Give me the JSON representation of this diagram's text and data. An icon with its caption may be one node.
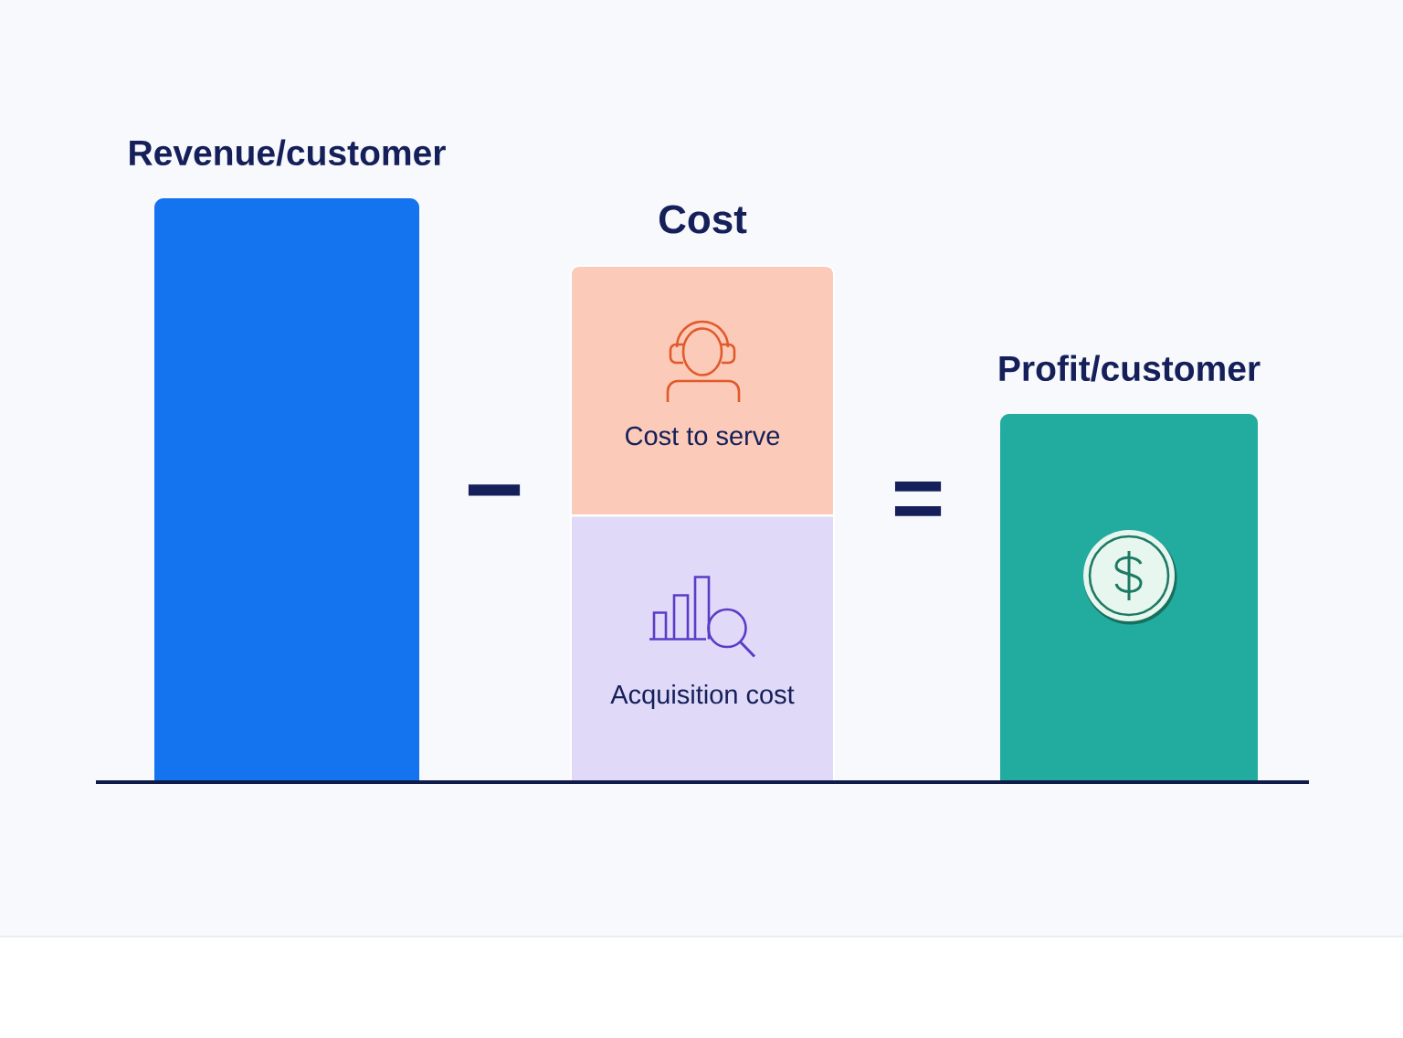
{
  "diagram": {
    "nodes": [
      {
        "text": [
          "Revenue/customer"
        ]
      },
      {
        "text": [
          "Cost"
        ]
      },
      {
        "text": [
          "Cost to serve"
        ],
        "in": 1
      },
      {
        "text": [
          "Acquisition cost"
        ],
        "in": 1
      },
      {
        "text": [
          "Profit/customer"
        ]
      }
    ],
    "labels": [
      "−",
      "="
    ]
  }
}
